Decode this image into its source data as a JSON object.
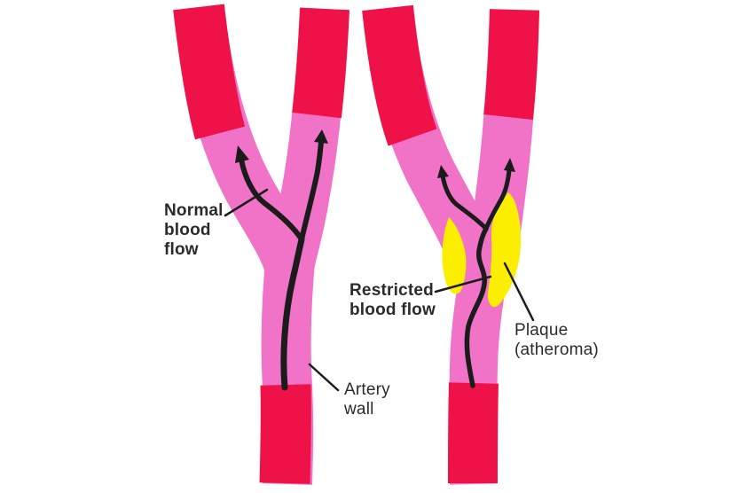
{
  "diagram": {
    "left_artery": {
      "label_normal": {
        "line1": "Normal",
        "line2": "blood",
        "line3": "flow"
      },
      "label_artery_wall": {
        "line1": "Artery",
        "line2": "wall"
      }
    },
    "right_artery": {
      "label_restricted": {
        "line1": "Restricted",
        "line2": "blood flow"
      },
      "label_plaque": {
        "line1": "Plaque",
        "line2": "(atheroma)"
      }
    }
  },
  "colors": {
    "artery_red": "#EF1249",
    "artery_pink": "#F173C8",
    "plaque_yellow": "#FBEE00",
    "flow_line": "#1B1B1B",
    "pointer_line": "#1B1B1B",
    "label_text": "#2B2B2B",
    "background": "#FFFFFF"
  }
}
